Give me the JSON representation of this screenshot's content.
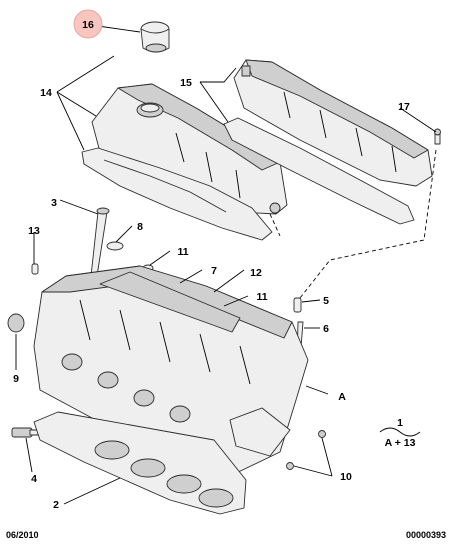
{
  "diagram": {
    "highlighted_callout": "16",
    "highlight_color": "#f7c6c0",
    "callouts": {
      "c16": "16",
      "c14": "14",
      "c15": "15",
      "c17": "17",
      "c3": "3",
      "c8": "8",
      "c13": "13",
      "c11a": "11",
      "c7": "7",
      "c12": "12",
      "c11b": "11",
      "c5": "5",
      "c6": "6",
      "c9": "9",
      "cA": "A",
      "c1": "1",
      "c4": "4",
      "c10": "10",
      "c2": "2"
    },
    "formula": "A + 13",
    "footer_left": "06/2010",
    "footer_right": "00000393"
  }
}
